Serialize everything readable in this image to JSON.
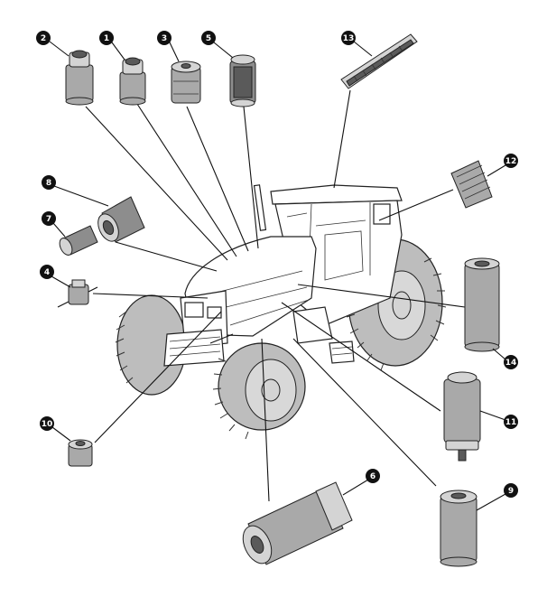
{
  "callouts": [
    {
      "id": "filter-2",
      "label": "2"
    },
    {
      "id": "filter-1",
      "label": "1"
    },
    {
      "id": "filter-3",
      "label": "3"
    },
    {
      "id": "filter-5",
      "label": "5"
    },
    {
      "id": "filter-13",
      "label": "13"
    },
    {
      "id": "filter-12",
      "label": "12"
    },
    {
      "id": "filter-8",
      "label": "8"
    },
    {
      "id": "filter-7",
      "label": "7"
    },
    {
      "id": "filter-4",
      "label": "4"
    },
    {
      "id": "filter-14",
      "label": "14"
    },
    {
      "id": "filter-10",
      "label": "10"
    },
    {
      "id": "filter-11",
      "label": "11"
    },
    {
      "id": "filter-6",
      "label": "6"
    },
    {
      "id": "filter-9",
      "label": "9"
    }
  ],
  "colors": {
    "badge": "#111111",
    "part_fill": "#a9a9a9",
    "tire_fill": "#bdbdbd",
    "line": "#111111"
  }
}
